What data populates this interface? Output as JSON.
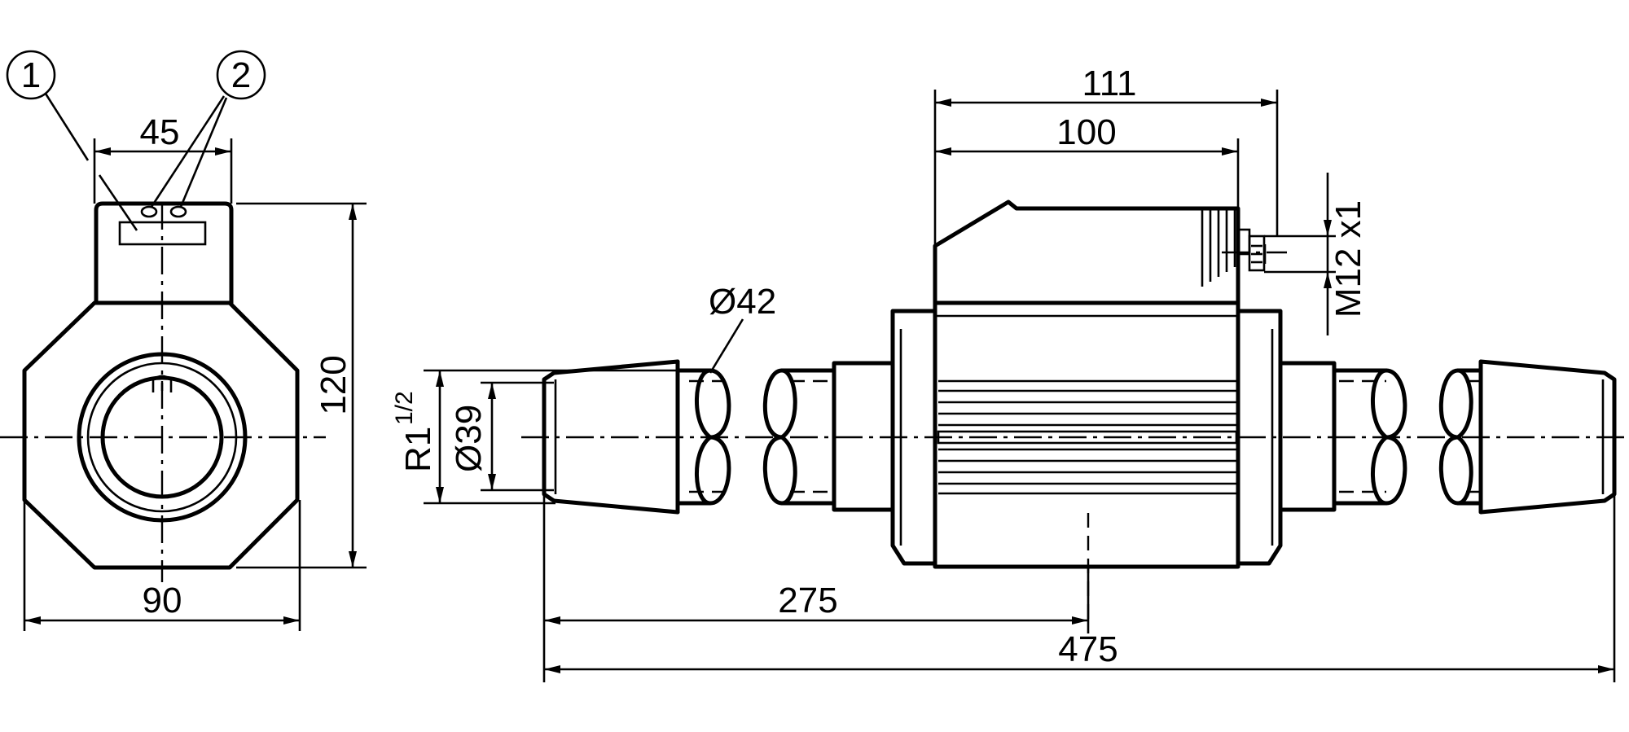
{
  "callouts": {
    "one": "1",
    "two": "2"
  },
  "dimensions": {
    "front_width_top": "45",
    "front_height": "120",
    "front_width": "90",
    "length_111": "111",
    "length_100": "100",
    "connector_thread": "M12 x1",
    "pipe_diameter_42": "Ø42",
    "pipe_diameter_39": "Ø39",
    "thread_r": "R1",
    "thread_fraction": "1/2",
    "length_275": "275",
    "length_475": "475"
  }
}
